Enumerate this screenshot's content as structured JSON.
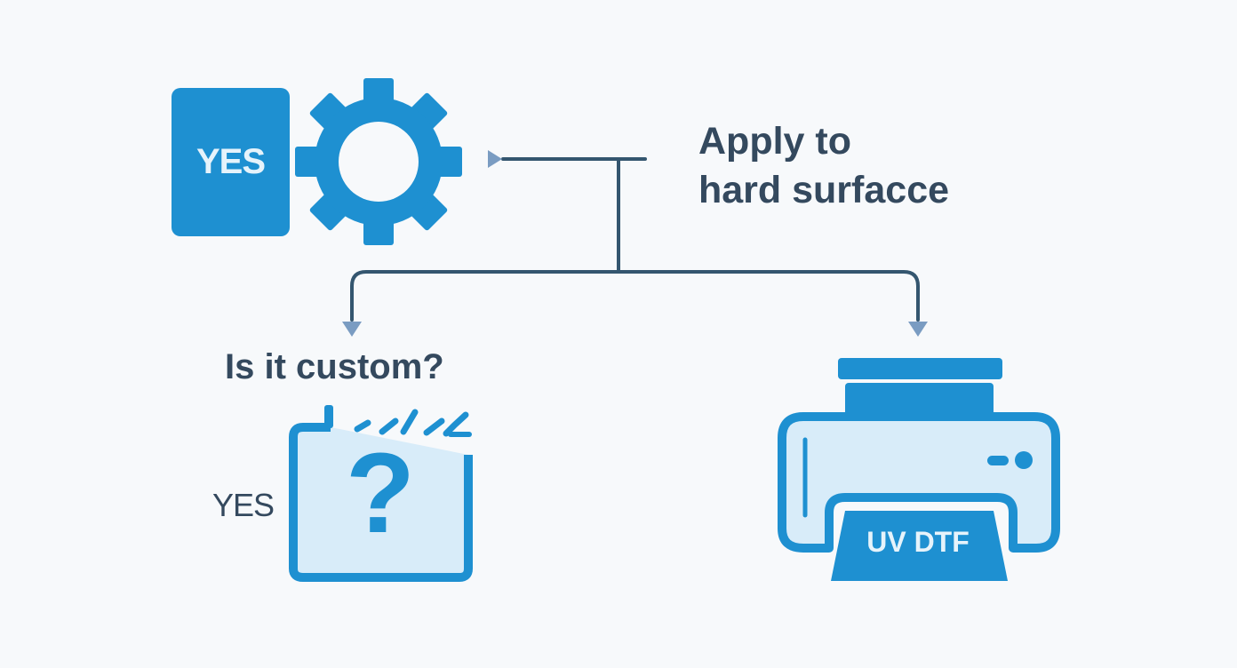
{
  "diagram": {
    "start_badge_label": "YES",
    "action_label_line1": "Apply to",
    "action_label_line2": "hard surfacce",
    "question_label": "Is it custom?",
    "left_answer_label": "YES",
    "printer_label": "UV DTF"
  },
  "colors": {
    "primary_blue": "#1e90d1",
    "light_blue_fill": "#d8ecf9",
    "connector_line": "#34566f",
    "arrow_head": "#7a9cc2",
    "text_dark": "#34495e",
    "background": "#f7f9fb"
  },
  "icons": {
    "gear": "gear-icon",
    "calendar_question": "calendar-question-icon",
    "printer": "printer-icon"
  }
}
